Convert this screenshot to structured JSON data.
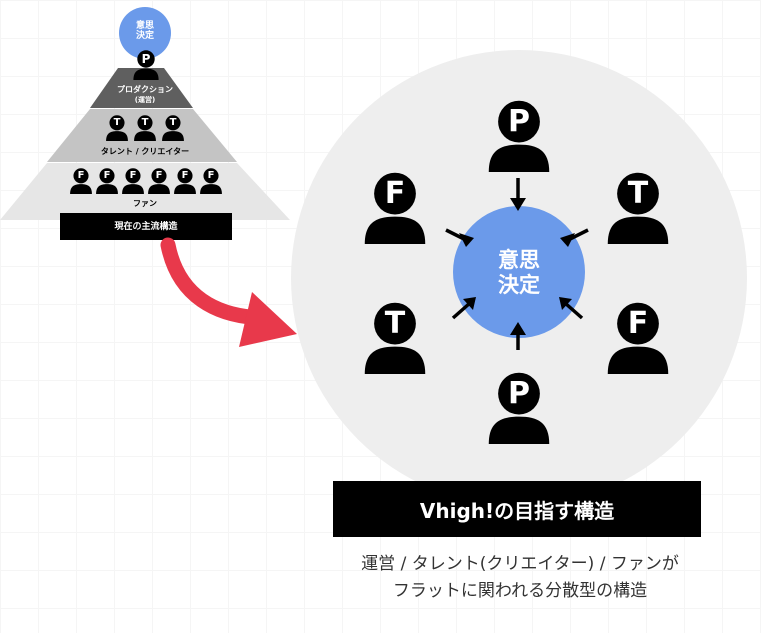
{
  "colors": {
    "decision_blue": "#6b9aea",
    "big_circle_gray": "#eeeeee",
    "arrow_red": "#e8394b",
    "tier_dark": "#5f5f5f",
    "tier_mid": "#c4c4c4",
    "tier_light": "#e6e6e6",
    "black": "#000000"
  },
  "pyramid": {
    "decision_label_line1": "意思",
    "decision_label_line2": "決定",
    "production_label": "プロダクション",
    "production_sublabel": "(運営)",
    "talent_label": "タレント / クリエイター",
    "fan_label": "ファン",
    "current_structure_banner": "現在の主流構造",
    "top_person_letter": "P",
    "talent_person_letter": "T",
    "fan_person_letter": "F"
  },
  "main": {
    "center_label_line1": "意思",
    "center_label_line2": "決定",
    "people": [
      {
        "letter": "P",
        "position": "top"
      },
      {
        "letter": "F",
        "position": "upper-left"
      },
      {
        "letter": "T",
        "position": "upper-right"
      },
      {
        "letter": "T",
        "position": "lower-left"
      },
      {
        "letter": "F",
        "position": "lower-right"
      },
      {
        "letter": "P",
        "position": "bottom"
      }
    ],
    "banner": "Vhigh!の目指す構造",
    "description_line1": "運営 / タレント(クリエイター) / ファンが",
    "description_line2": "フラットに関われる分散型の構造"
  }
}
